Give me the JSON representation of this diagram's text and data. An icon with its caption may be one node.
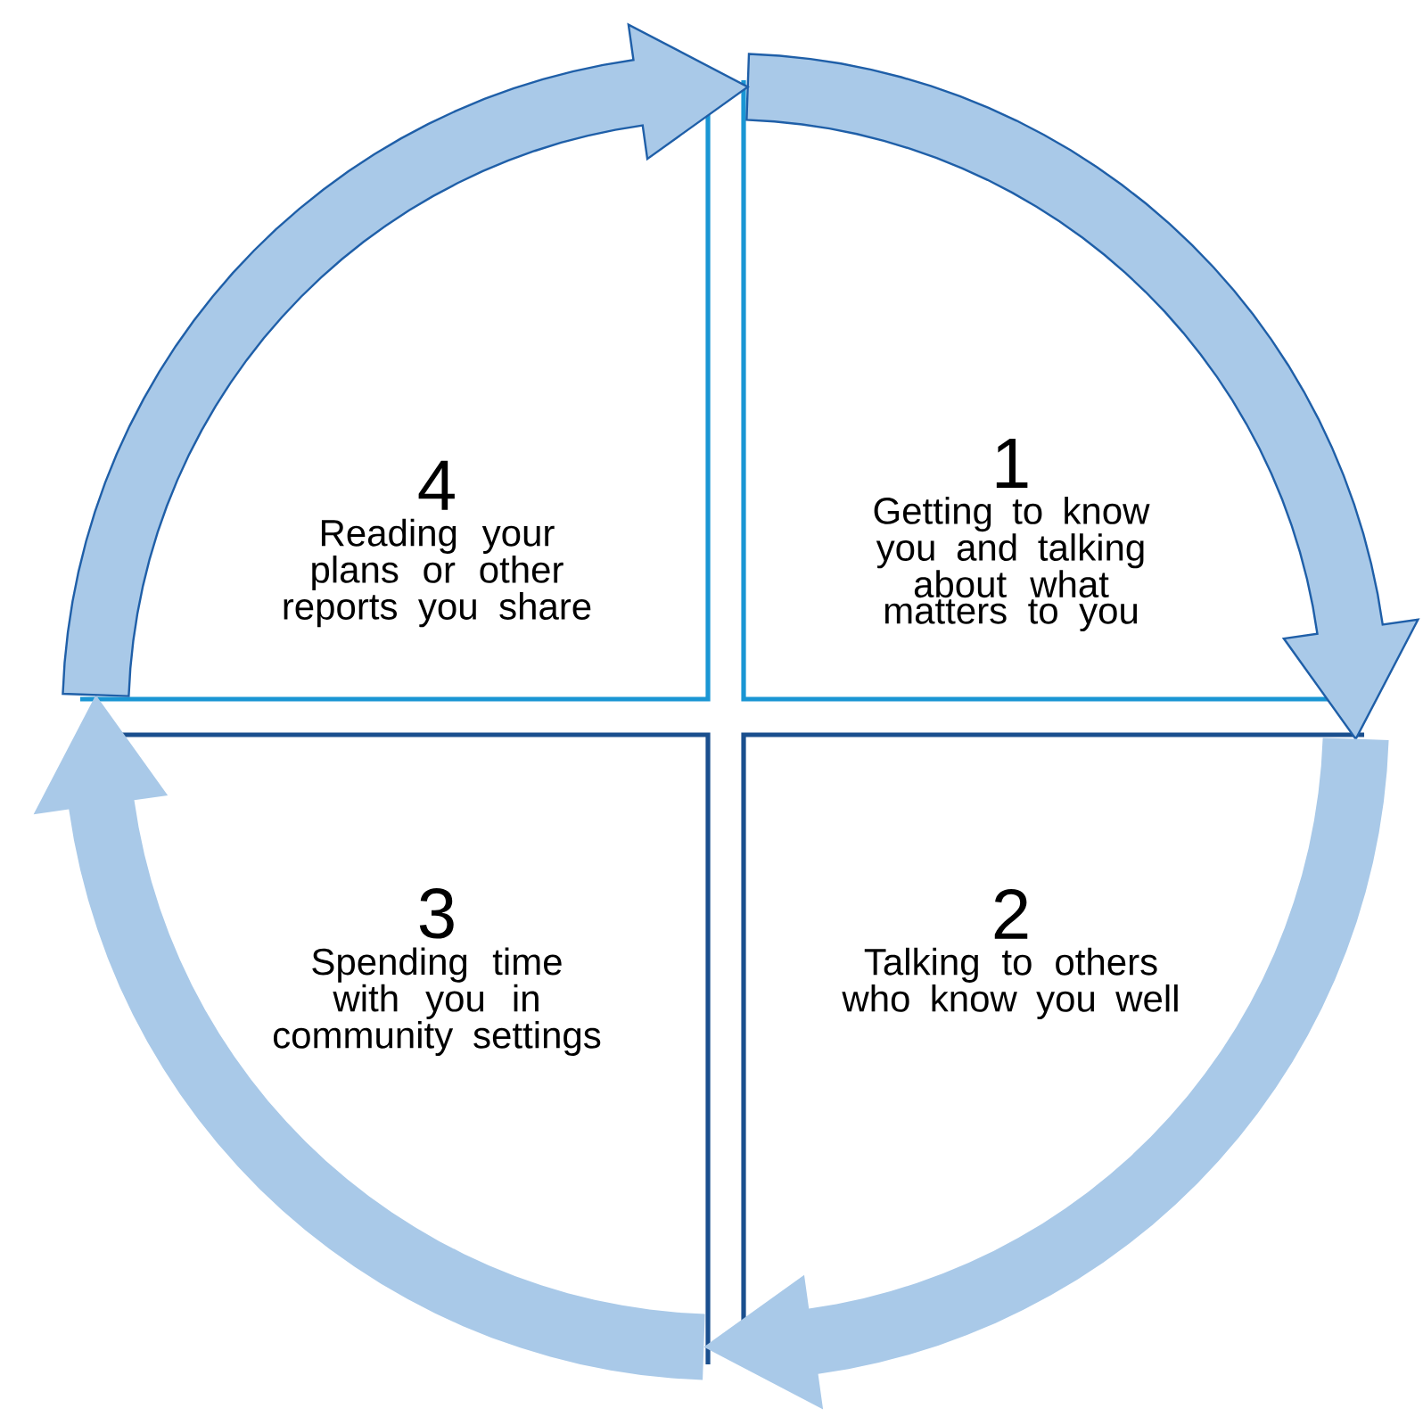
{
  "diagram": {
    "nodes": [
      {
        "text": [
          "1",
          "Getting to know you and talking about what matters to you"
        ]
      },
      {
        "text": [
          "2",
          "Talking to others who know you well"
        ]
      },
      {
        "text": [
          "3",
          "Spending time with you in community settings"
        ]
      },
      {
        "text": [
          "4",
          "Reading your plans or other reports you share"
        ]
      }
    ],
    "edges": [
      {
        "from": 0,
        "to": 1,
        "arrow": "to"
      },
      {
        "from": 1,
        "to": 2,
        "arrow": "to"
      },
      {
        "from": 2,
        "to": 3,
        "arrow": "to"
      },
      {
        "from": 3,
        "to": 0,
        "arrow": "to"
      }
    ]
  }
}
